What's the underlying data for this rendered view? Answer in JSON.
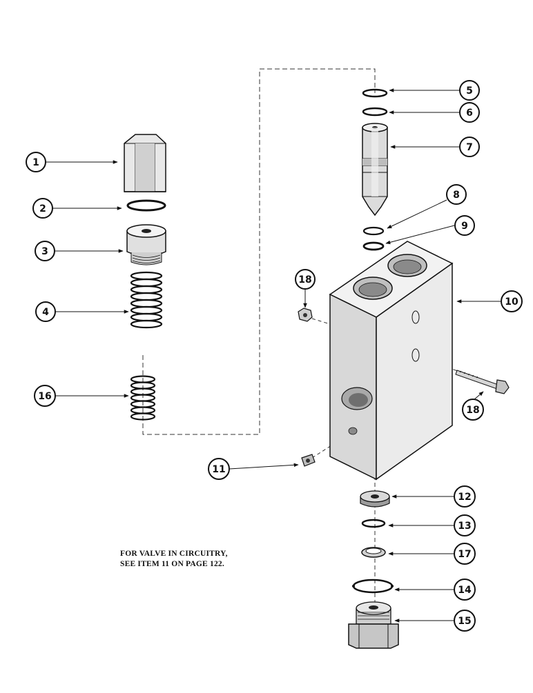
{
  "callouts": {
    "c1": "1",
    "c2": "2",
    "c3": "3",
    "c4": "4",
    "c5": "5",
    "c6": "6",
    "c7": "7",
    "c8": "8",
    "c9": "9",
    "c10": "10",
    "c11": "11",
    "c12": "12",
    "c13": "13",
    "c14": "14",
    "c15": "15",
    "c16": "16",
    "c17": "17",
    "c18a": "18",
    "c18b": "18"
  },
  "note": {
    "line1": "FOR VALVE IN CIRCUITRY,",
    "line2": "SEE ITEM 11 ON PAGE 122."
  }
}
